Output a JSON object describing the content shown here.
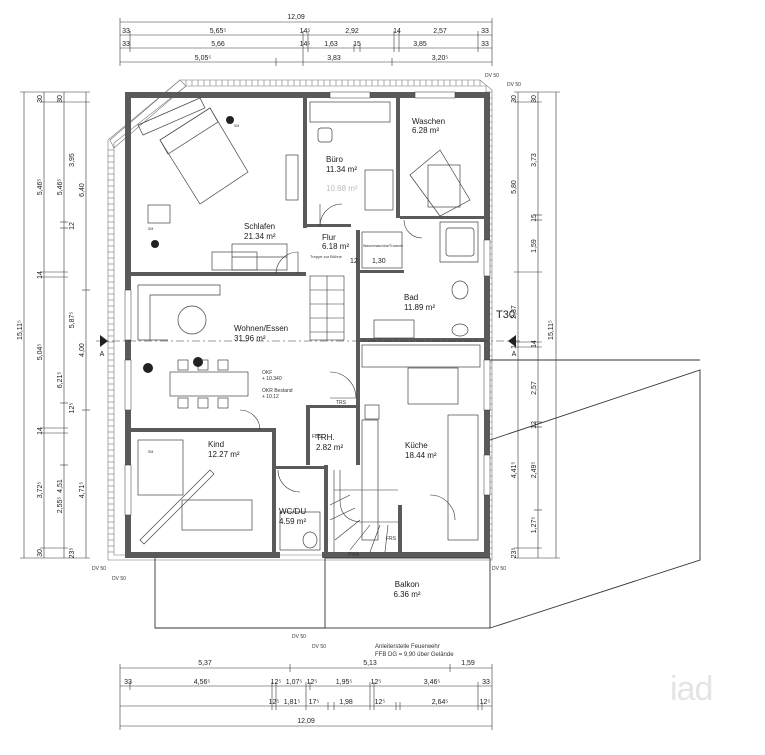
{
  "rooms": {
    "schlafen": {
      "name": "Schlafen",
      "area": "21.34 m²"
    },
    "buero": {
      "name": "Büro",
      "area": "11.34 m²",
      "area2": "10.68 m²"
    },
    "waschen": {
      "name": "Waschen",
      "area": "6.28 m²"
    },
    "flur": {
      "name": "Flur",
      "area": "6.18 m²"
    },
    "bad": {
      "name": "Bad",
      "area": "11.89 m²"
    },
    "wohnen": {
      "name": "Wohnen/Essen",
      "area": "31.96 m²"
    },
    "kind": {
      "name": "Kind",
      "area": "12.27 m²"
    },
    "treppenhaus": {
      "name": "TRH.",
      "area": "2.82 m²"
    },
    "kueche": {
      "name": "Küche",
      "area": "18.44 m²"
    },
    "wc": {
      "name": "WC/DU",
      "area": "4.59 m²"
    },
    "balkon": {
      "name": "Balkon",
      "area": "6.36 m²"
    }
  },
  "top_dims": {
    "total": "12,09",
    "row1": [
      "33",
      "5,65⁵",
      "14⁵",
      "2,92",
      "14",
      "2,57",
      "33"
    ],
    "row2": [
      "33",
      "5,66",
      "14⁵",
      "1,63",
      "15",
      "3,85",
      "33"
    ],
    "row3": [
      "5,05⁵",
      "3,83",
      "3,20⁵"
    ]
  },
  "bottom_dims": {
    "row1": [
      "5,37",
      "5,13",
      "1,59"
    ],
    "row2": [
      "33",
      "4,56⁵",
      "12⁵",
      "1,07⁵",
      "12⁵",
      "1,95⁵",
      "12⁵",
      "3,46⁵",
      "33"
    ],
    "row3": [
      "12⁵",
      "1,81⁵",
      "17⁵",
      "1,98",
      "12⁵",
      "2,64⁵",
      "12⁵"
    ],
    "total": "12,09"
  },
  "left_dims": {
    "outer": "15,11⁵",
    "mid": [
      "6,40",
      "4,00",
      "4,71⁵"
    ],
    "inner1": [
      "30",
      "5,46⁵",
      "14",
      "5,04⁵",
      "14",
      "3,72⁵",
      "30"
    ],
    "inner2": [
      "30",
      "5,46⁵",
      "3,95",
      "12",
      "5,87⁵",
      "6,21⁵",
      "12⁵",
      "4,51",
      "2,55⁵",
      "23⁵"
    ]
  },
  "right_dims": {
    "outer": "15,11⁵",
    "col1": [
      "30",
      "5,80",
      "2,37",
      "14",
      "4,41⁵",
      "23⁵"
    ],
    "col2": [
      "30",
      "3,73",
      "15",
      "1,59",
      "14",
      "2,57",
      "12",
      "2,49⁵",
      "1,27⁵"
    ]
  },
  "labels": {
    "dv50": "DV 50",
    "section_a": "A",
    "t30": "T30",
    "flur_small": "1,30",
    "dim_12": "12",
    "okf1": "OKF",
    "okf2": "+ 10.340",
    "okr1": "OKR Bestand",
    "okr2": "+ 10.12",
    "trs": "TRS",
    "rwa": "RWA",
    "fbs": "FBS",
    "frs": "FRS",
    "treppe": "Treppe zur Bühne",
    "abstell": "Waschmaschine/Trockner",
    "feuerwehr1": "Anleiterstelle Feuerwehr",
    "feuerwehr2": "FFB DG = 9,90 über Gelände",
    "sm": "SM",
    "watermark": "iad"
  }
}
